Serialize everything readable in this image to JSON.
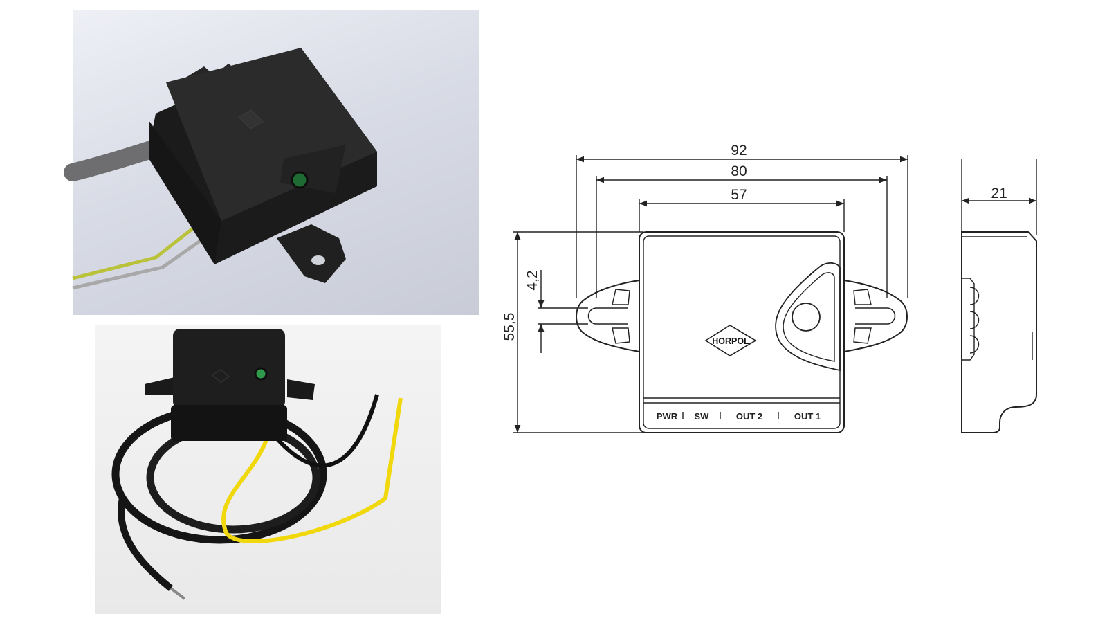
{
  "drawing": {
    "dimensions": {
      "overall_width": "92",
      "mounting_width": "80",
      "body_width": "57",
      "height": "55,5",
      "slot_width": "4,2",
      "depth": "21"
    },
    "port_labels": [
      "PWR",
      "SW",
      "OUT 2",
      "OUT 1"
    ],
    "logo": "HORPOL"
  },
  "colors": {
    "housing": "#1c1c1c",
    "wire_yellow": "#e6d20a",
    "wire_black": "#111111",
    "led_green": "#2f9a4c",
    "line": "#222222"
  }
}
